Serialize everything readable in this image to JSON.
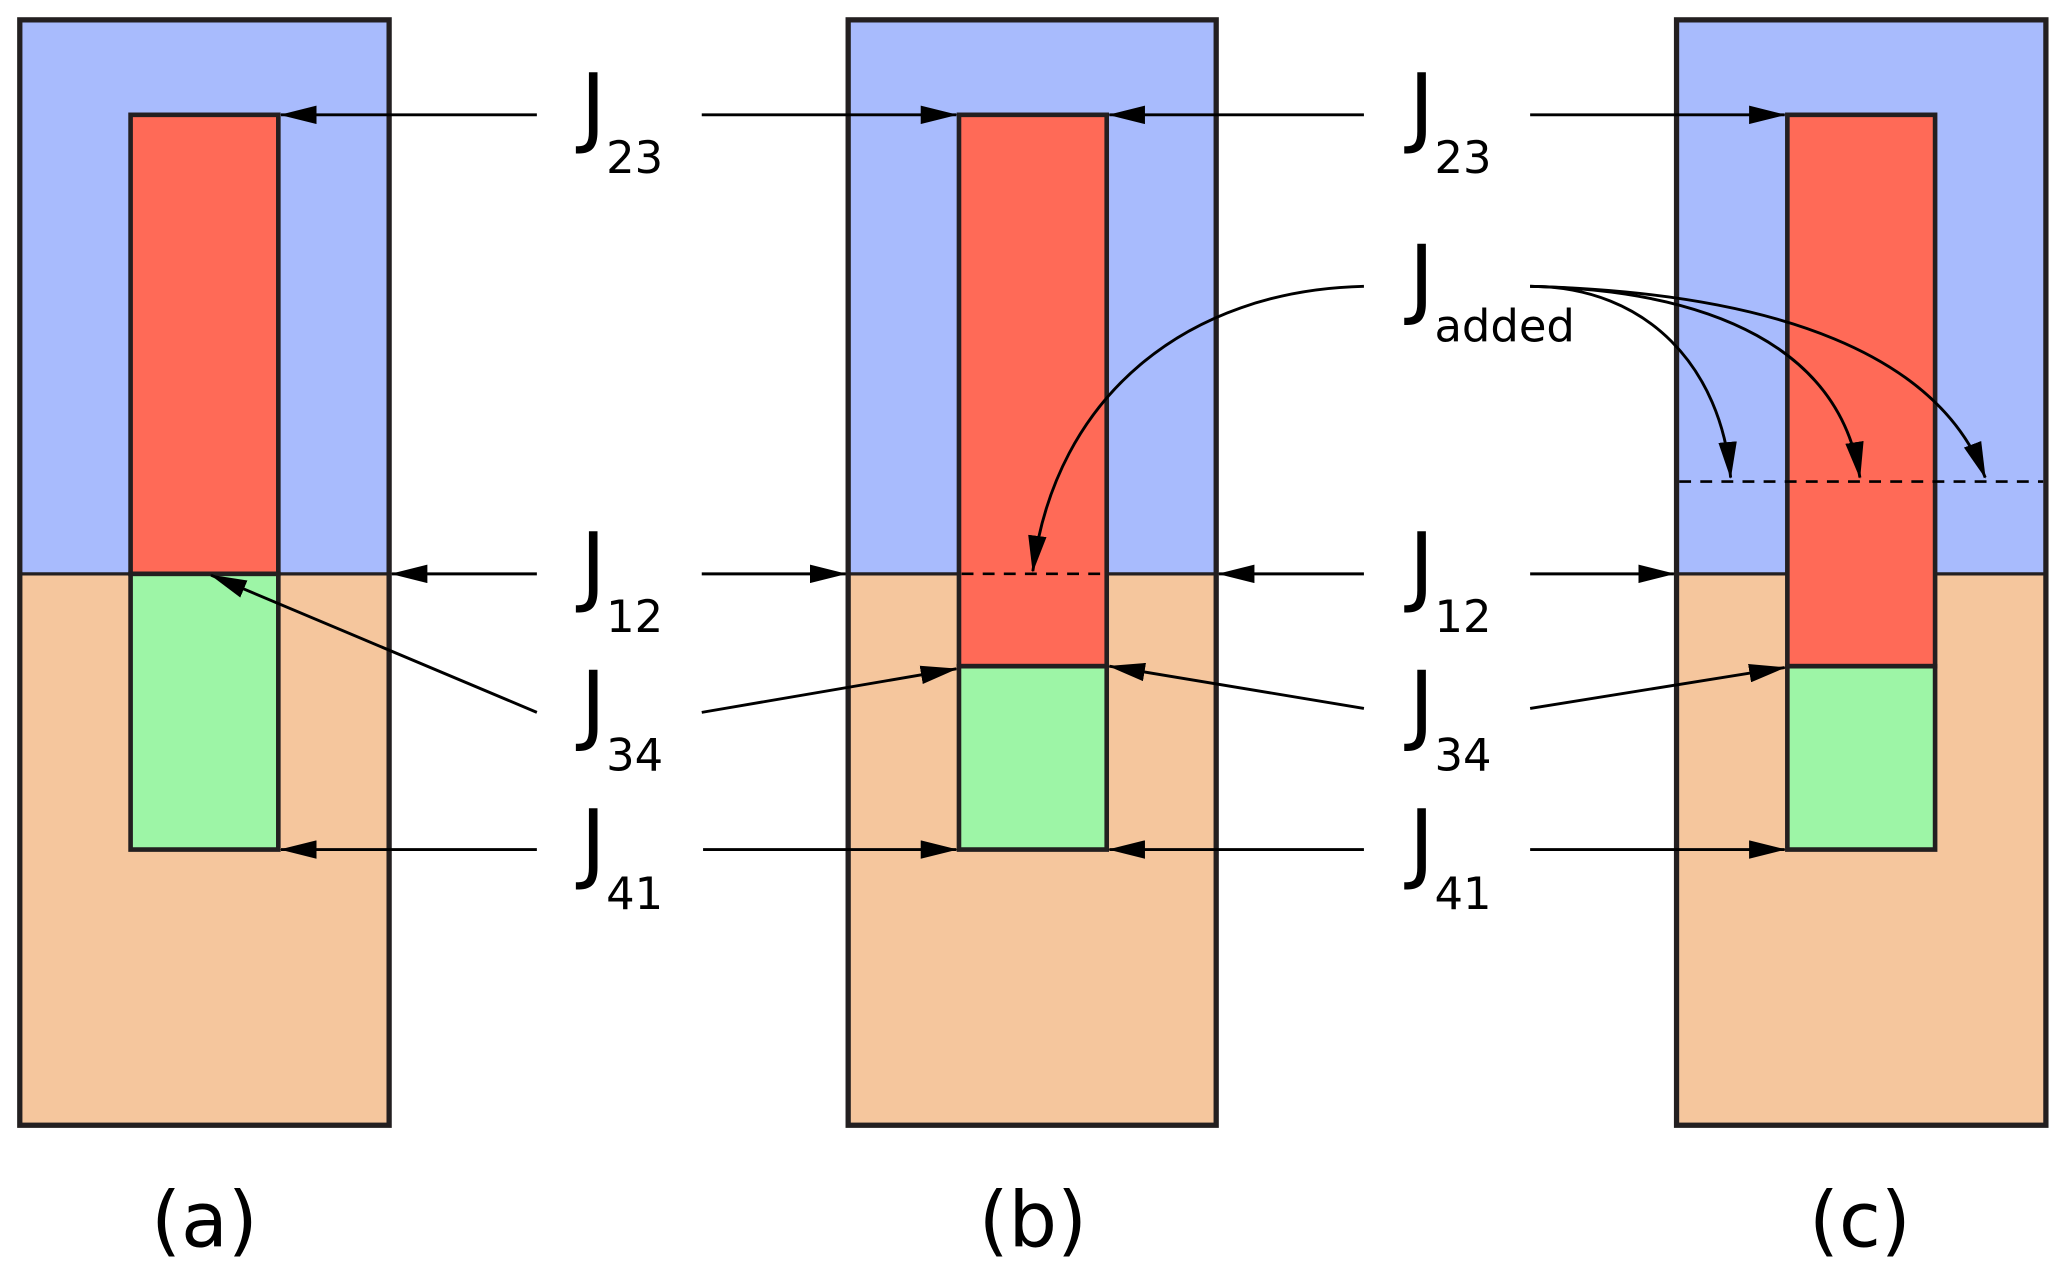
{
  "colors": {
    "region_1": "#a8bbfd",
    "region_2": "#f5c69d",
    "region_3": "#ff6a57",
    "region_4": "#9df5a6",
    "outline": "#231f20"
  },
  "labels": {
    "J": "J",
    "j23_sub": "23",
    "j12_sub": "12",
    "j34_sub": "34",
    "j41_sub": "41",
    "jadded_sub": "added"
  },
  "panels": {
    "a": "(a)",
    "b": "(b)",
    "c": "(c)"
  }
}
